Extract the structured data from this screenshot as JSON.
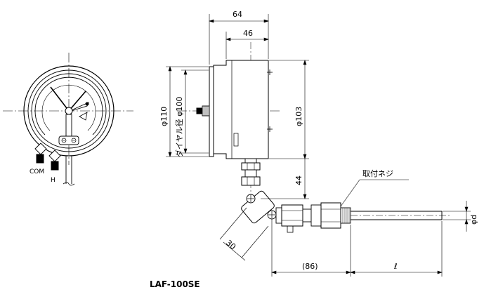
{
  "model": "LAF-100SE",
  "front_view": {
    "terminal_labels": {
      "com": "COM",
      "h": "H"
    }
  },
  "side_view": {
    "dims": {
      "overall_depth": "64",
      "case_depth": "46",
      "flange_dia": "φ110",
      "dial_dia": "ダイヤル径 φ100",
      "case_dia": "φ103",
      "stem_height": "44",
      "elbow_size": "30",
      "horiz_length": "(86)",
      "insert_length": "ℓ",
      "probe_dia": "φd"
    },
    "callout": "取付ネジ"
  }
}
